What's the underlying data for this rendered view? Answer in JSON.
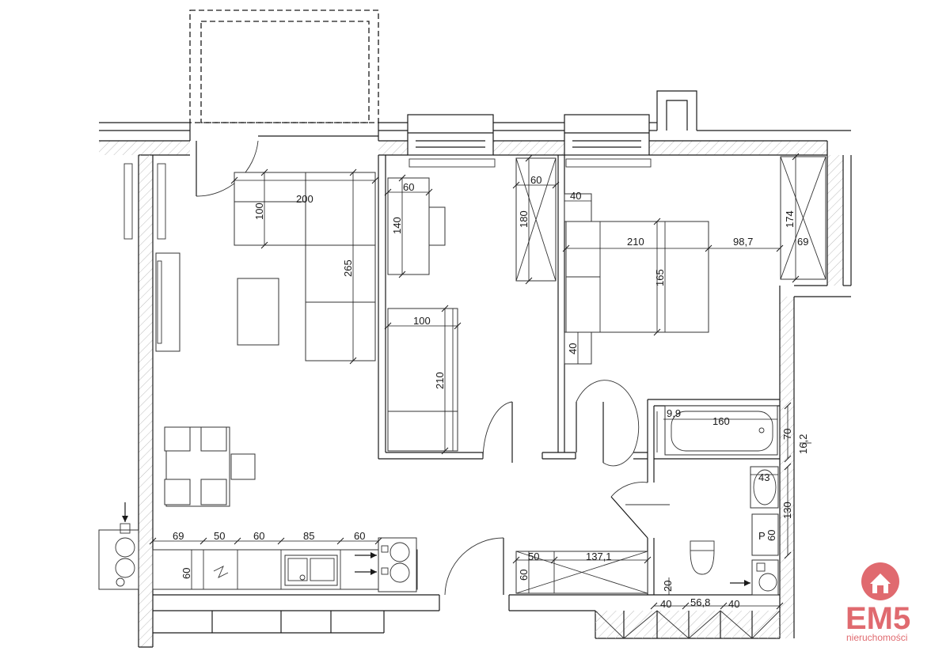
{
  "dimensions": {
    "living_sofa_width": "200",
    "living_sofa_depth": "100",
    "living_sofa_length": "265",
    "room2_desk_width": "60",
    "room2_desk_length": "140",
    "room2_bed_width": "100",
    "room2_bed_length": "210",
    "wardrobe_depth_room2": "60",
    "wardrobe_length_room2": "180",
    "bedroom_night_table_top": "40",
    "bedroom_bed_length": "210",
    "bedroom_bed_width": "165",
    "bedroom_night_table_bottom": "40",
    "bedroom_clearance": "98,7",
    "bedroom_wardrobe_length": "174",
    "bedroom_wardrobe_depth": "69",
    "bath_tub_offset": "9,9",
    "bath_tub_length": "160",
    "bath_tub_width": "70",
    "bath_wall_offset": "16,2",
    "bath_basin_width": "43",
    "bath_side_length": "130",
    "bath_cabinet": "60",
    "bath_toilet_gap": "20",
    "bath_bottom_left": "40",
    "bath_bottom_mid": "56,8",
    "bath_bottom_right": "40",
    "hall_closet_depth": "50",
    "hall_closet_length": "137,1",
    "hall_closet_depth_side": "60",
    "kitchen_seg_1": "69",
    "kitchen_seg_2": "50",
    "kitchen_seg_3": "60",
    "kitchen_seg_4": "85",
    "kitchen_seg_5": "60",
    "kitchen_depth": "60"
  },
  "labels": {
    "bath_cabinet_letter": "P"
  },
  "logo": {
    "name": "EM5",
    "tagline": "nieruchomości",
    "color": "#e06a6f"
  },
  "icons": [
    "house-icon",
    "arrow-icon",
    "radiator-icon",
    "sink-icon",
    "toilet-icon",
    "bathtub-icon",
    "stove-icon"
  ]
}
